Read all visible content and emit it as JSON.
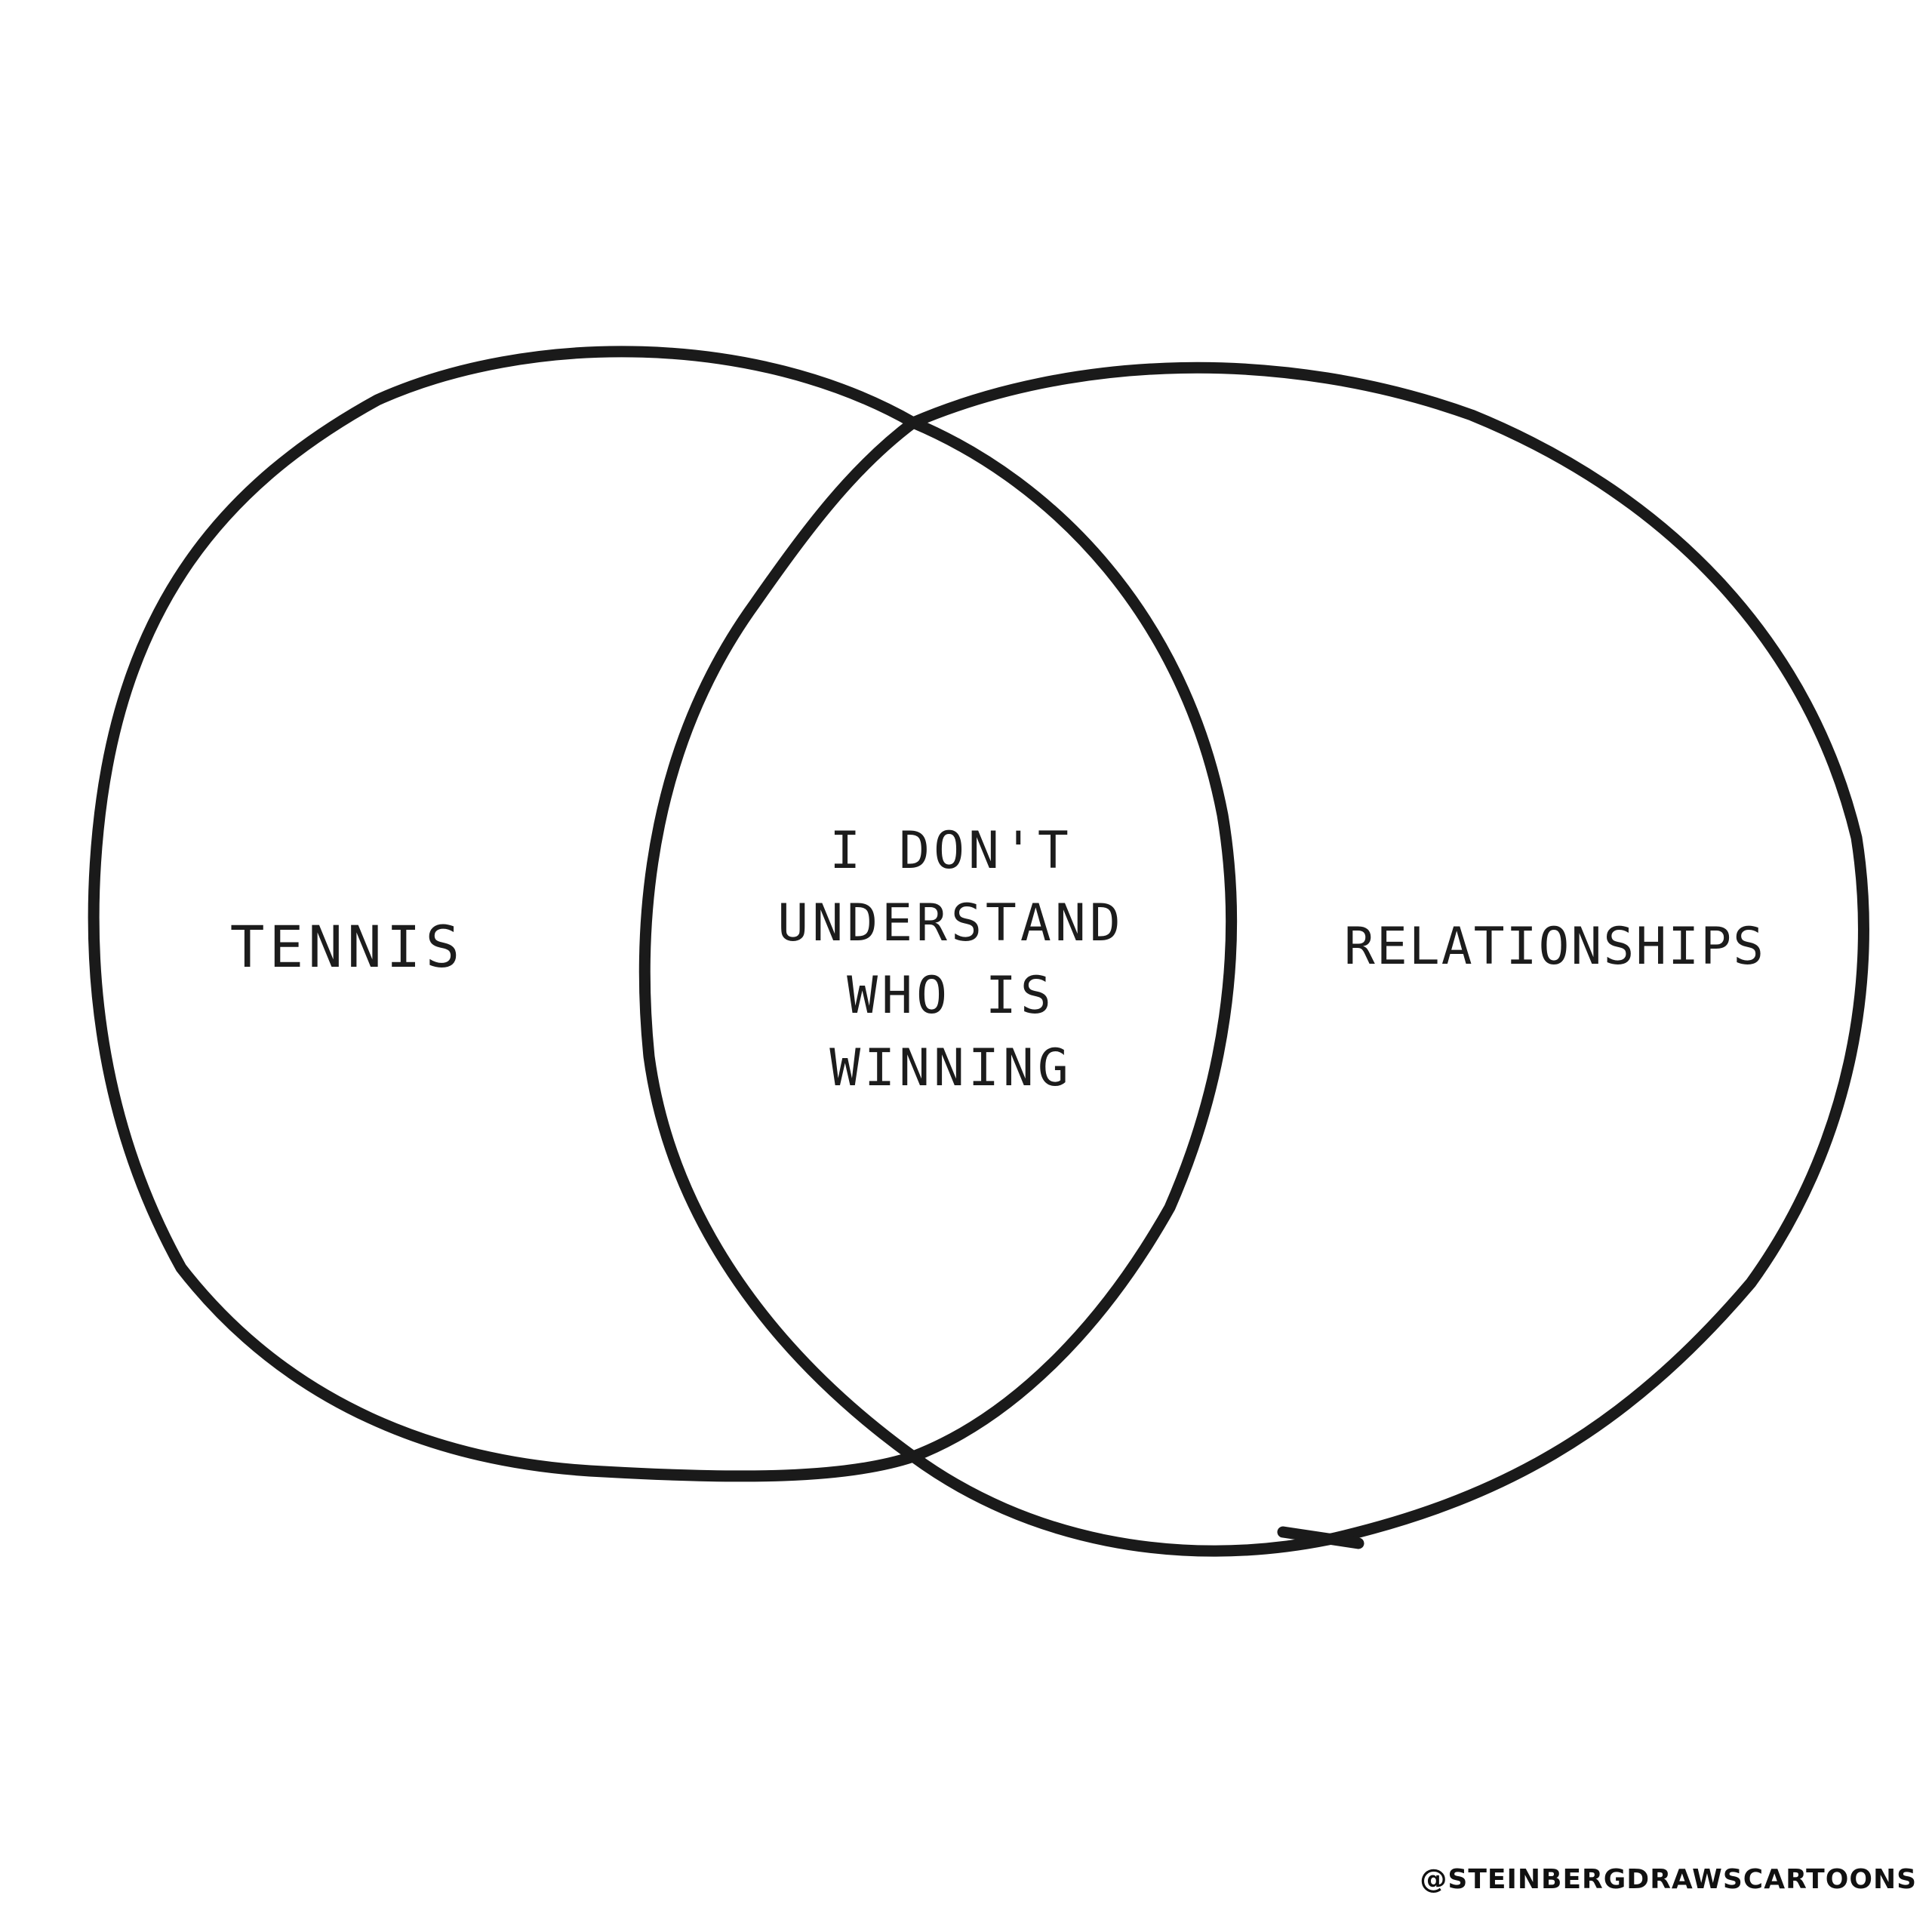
{
  "diagram": {
    "sets": [
      {
        "key": "left",
        "label": "TENNIS"
      },
      {
        "key": "right",
        "label": "RELATIONSHIPS"
      }
    ],
    "intersection": {
      "lines": [
        "I DON'T",
        "UNDERSTAND",
        "WHO IS",
        "WINNING"
      ]
    }
  },
  "credit": "@STEINBERGDRAWSCARTOONS",
  "colors": {
    "ink": "#1a1a1a",
    "background": "#ffffff"
  }
}
